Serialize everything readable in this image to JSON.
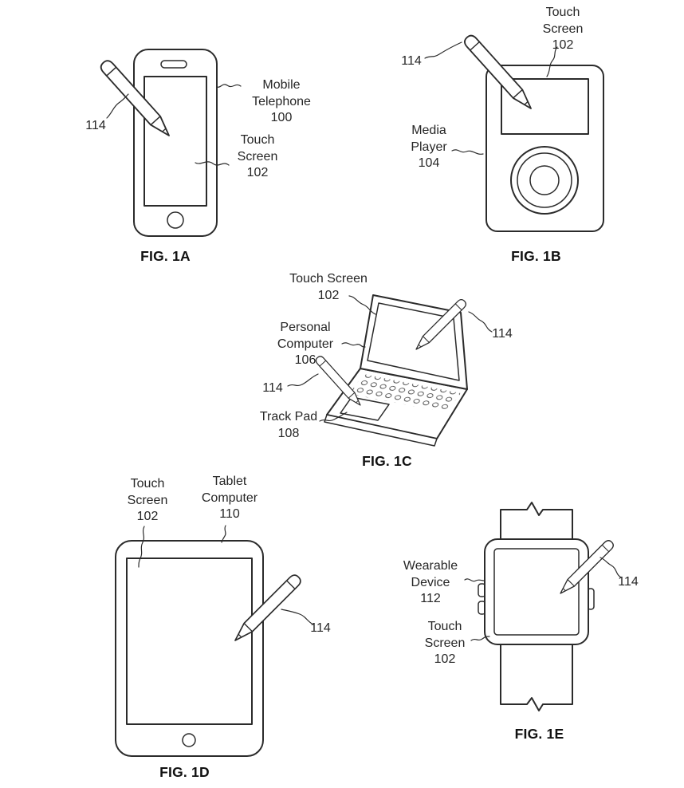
{
  "sheet": {
    "ink_color": "#2b2b2b",
    "background_color": "#ffffff"
  },
  "figures": {
    "fig1a": {
      "caption": "FIG. 1A",
      "labels": {
        "stylus": "114",
        "device": "Mobile\nTelephone\n100",
        "screen": "Touch\nScreen\n102"
      }
    },
    "fig1b": {
      "caption": "FIG. 1B",
      "labels": {
        "screen": "Touch\nScreen\n102",
        "stylus": "114",
        "device": "Media\nPlayer\n104"
      }
    },
    "fig1c": {
      "caption": "FIG. 1C",
      "labels": {
        "screen": "Touch Screen\n102",
        "device": "Personal\nComputer\n106",
        "stylus_screen": "114",
        "stylus_trackpad": "114",
        "trackpad": "Track Pad\n108"
      }
    },
    "fig1d": {
      "caption": "FIG. 1D",
      "labels": {
        "screen": "Touch\nScreen\n102",
        "device": "Tablet\nComputer\n110",
        "stylus": "114"
      }
    },
    "fig1e": {
      "caption": "FIG. 1E",
      "labels": {
        "device": "Wearable\nDevice\n112",
        "screen": "Touch\nScreen\n102",
        "stylus": "114"
      }
    }
  }
}
